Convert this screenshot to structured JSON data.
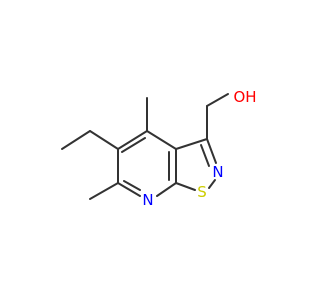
{
  "atoms": {
    "oxygen_hydroxyl": {
      "symbol": "OH",
      "color": "#ff0000"
    },
    "nitrogen_ring_pyridine": {
      "symbol": "N",
      "color": "#0000ff"
    },
    "nitrogen_ring_isothiazole": {
      "symbol": "N",
      "color": "#0000ff"
    },
    "sulfur_ring": {
      "symbol": "S",
      "color": "#cccc00"
    }
  },
  "colors": {
    "bond": "#333333",
    "background": "#ffffff"
  }
}
